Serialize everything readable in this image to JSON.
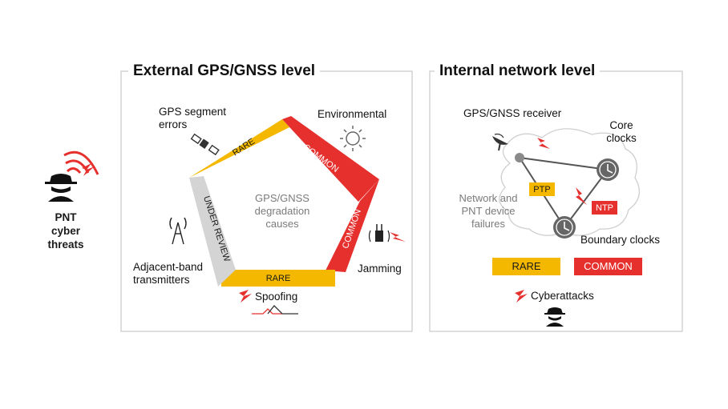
{
  "threat": {
    "label": "PNT cyber threats"
  },
  "external": {
    "title": "External GPS/GNSS level",
    "center": "GPS/GNSS degradation causes",
    "sides": {
      "top_left": "RARE",
      "top_right": "COMMON",
      "right": "COMMON",
      "bottom": "RARE",
      "left": "UNDER REVIEW"
    },
    "labels": {
      "gps_segment": "GPS segment errors",
      "environmental": "Environmental",
      "jamming": "Jamming",
      "spoofing": "Spoofing",
      "adjacent": "Adjacent-band transmitters"
    }
  },
  "internal": {
    "title": "Internal network level",
    "receiver": "GPS/GNSS receiver",
    "core": "Core clocks",
    "boundary": "Boundary clocks",
    "failures": "Network and PNT device failures",
    "ptp": "PTP",
    "ntp": "NTP",
    "legend_rare": "RARE",
    "legend_common": "COMMON",
    "cyberattacks": "Cyberattacks"
  },
  "colors": {
    "rare": "#f4b800",
    "common": "#e5302e",
    "review": "#d4d4d4",
    "frame": "#c8c8c8"
  },
  "icons": [
    "hacker-icon",
    "satellite-icon",
    "sun-icon",
    "jammer-icon",
    "antenna-tower-icon",
    "spoofing-wave-icon",
    "lightning-icon",
    "clock-icon",
    "dish-icon",
    "cloud-icon"
  ]
}
